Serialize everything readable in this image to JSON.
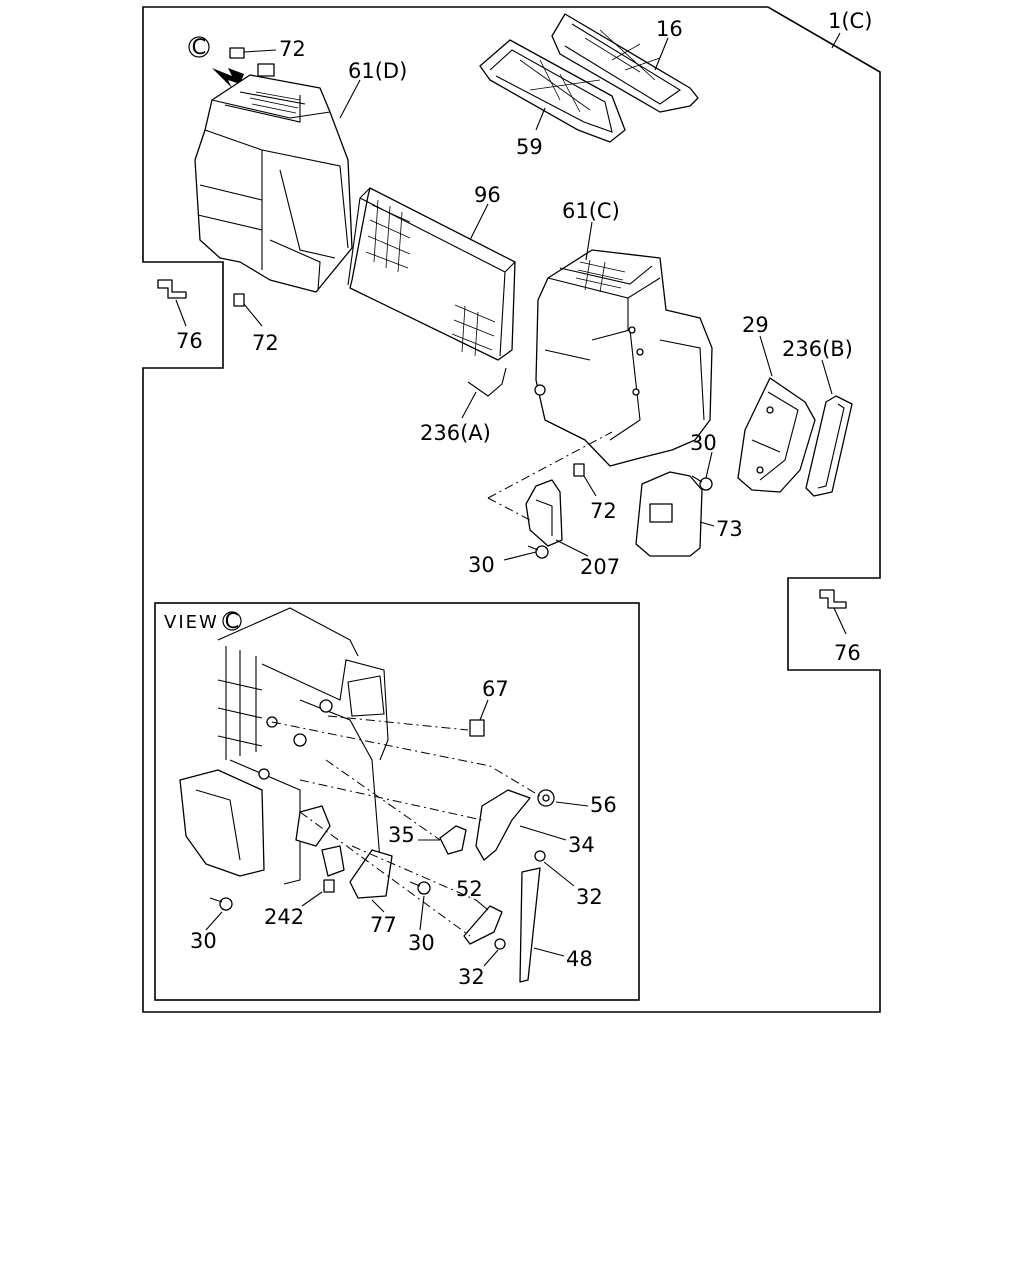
{
  "diagram": {
    "assembly_label": "1(C)",
    "view_label": "VIEW",
    "view_marker": "C",
    "callouts": {
      "p72_top": "72",
      "p61D": "61(D)",
      "p16": "16",
      "p59": "59",
      "p96": "96",
      "p61C": "61(C)",
      "p76_left": "76",
      "p72_left": "72",
      "p236A": "236(A)",
      "p29": "29",
      "p236B": "236(B)",
      "p30_right": "30",
      "p72_mid": "72",
      "p73": "73",
      "p30_bottom": "30",
      "p207": "207",
      "p76_right": "76",
      "p67": "67",
      "p56": "56",
      "p35": "35",
      "p34": "34",
      "p32_a": "32",
      "p52": "52",
      "p242": "242",
      "p77": "77",
      "p30_view_a": "30",
      "p30_view_b": "30",
      "p32_b": "32",
      "p48": "48"
    }
  }
}
